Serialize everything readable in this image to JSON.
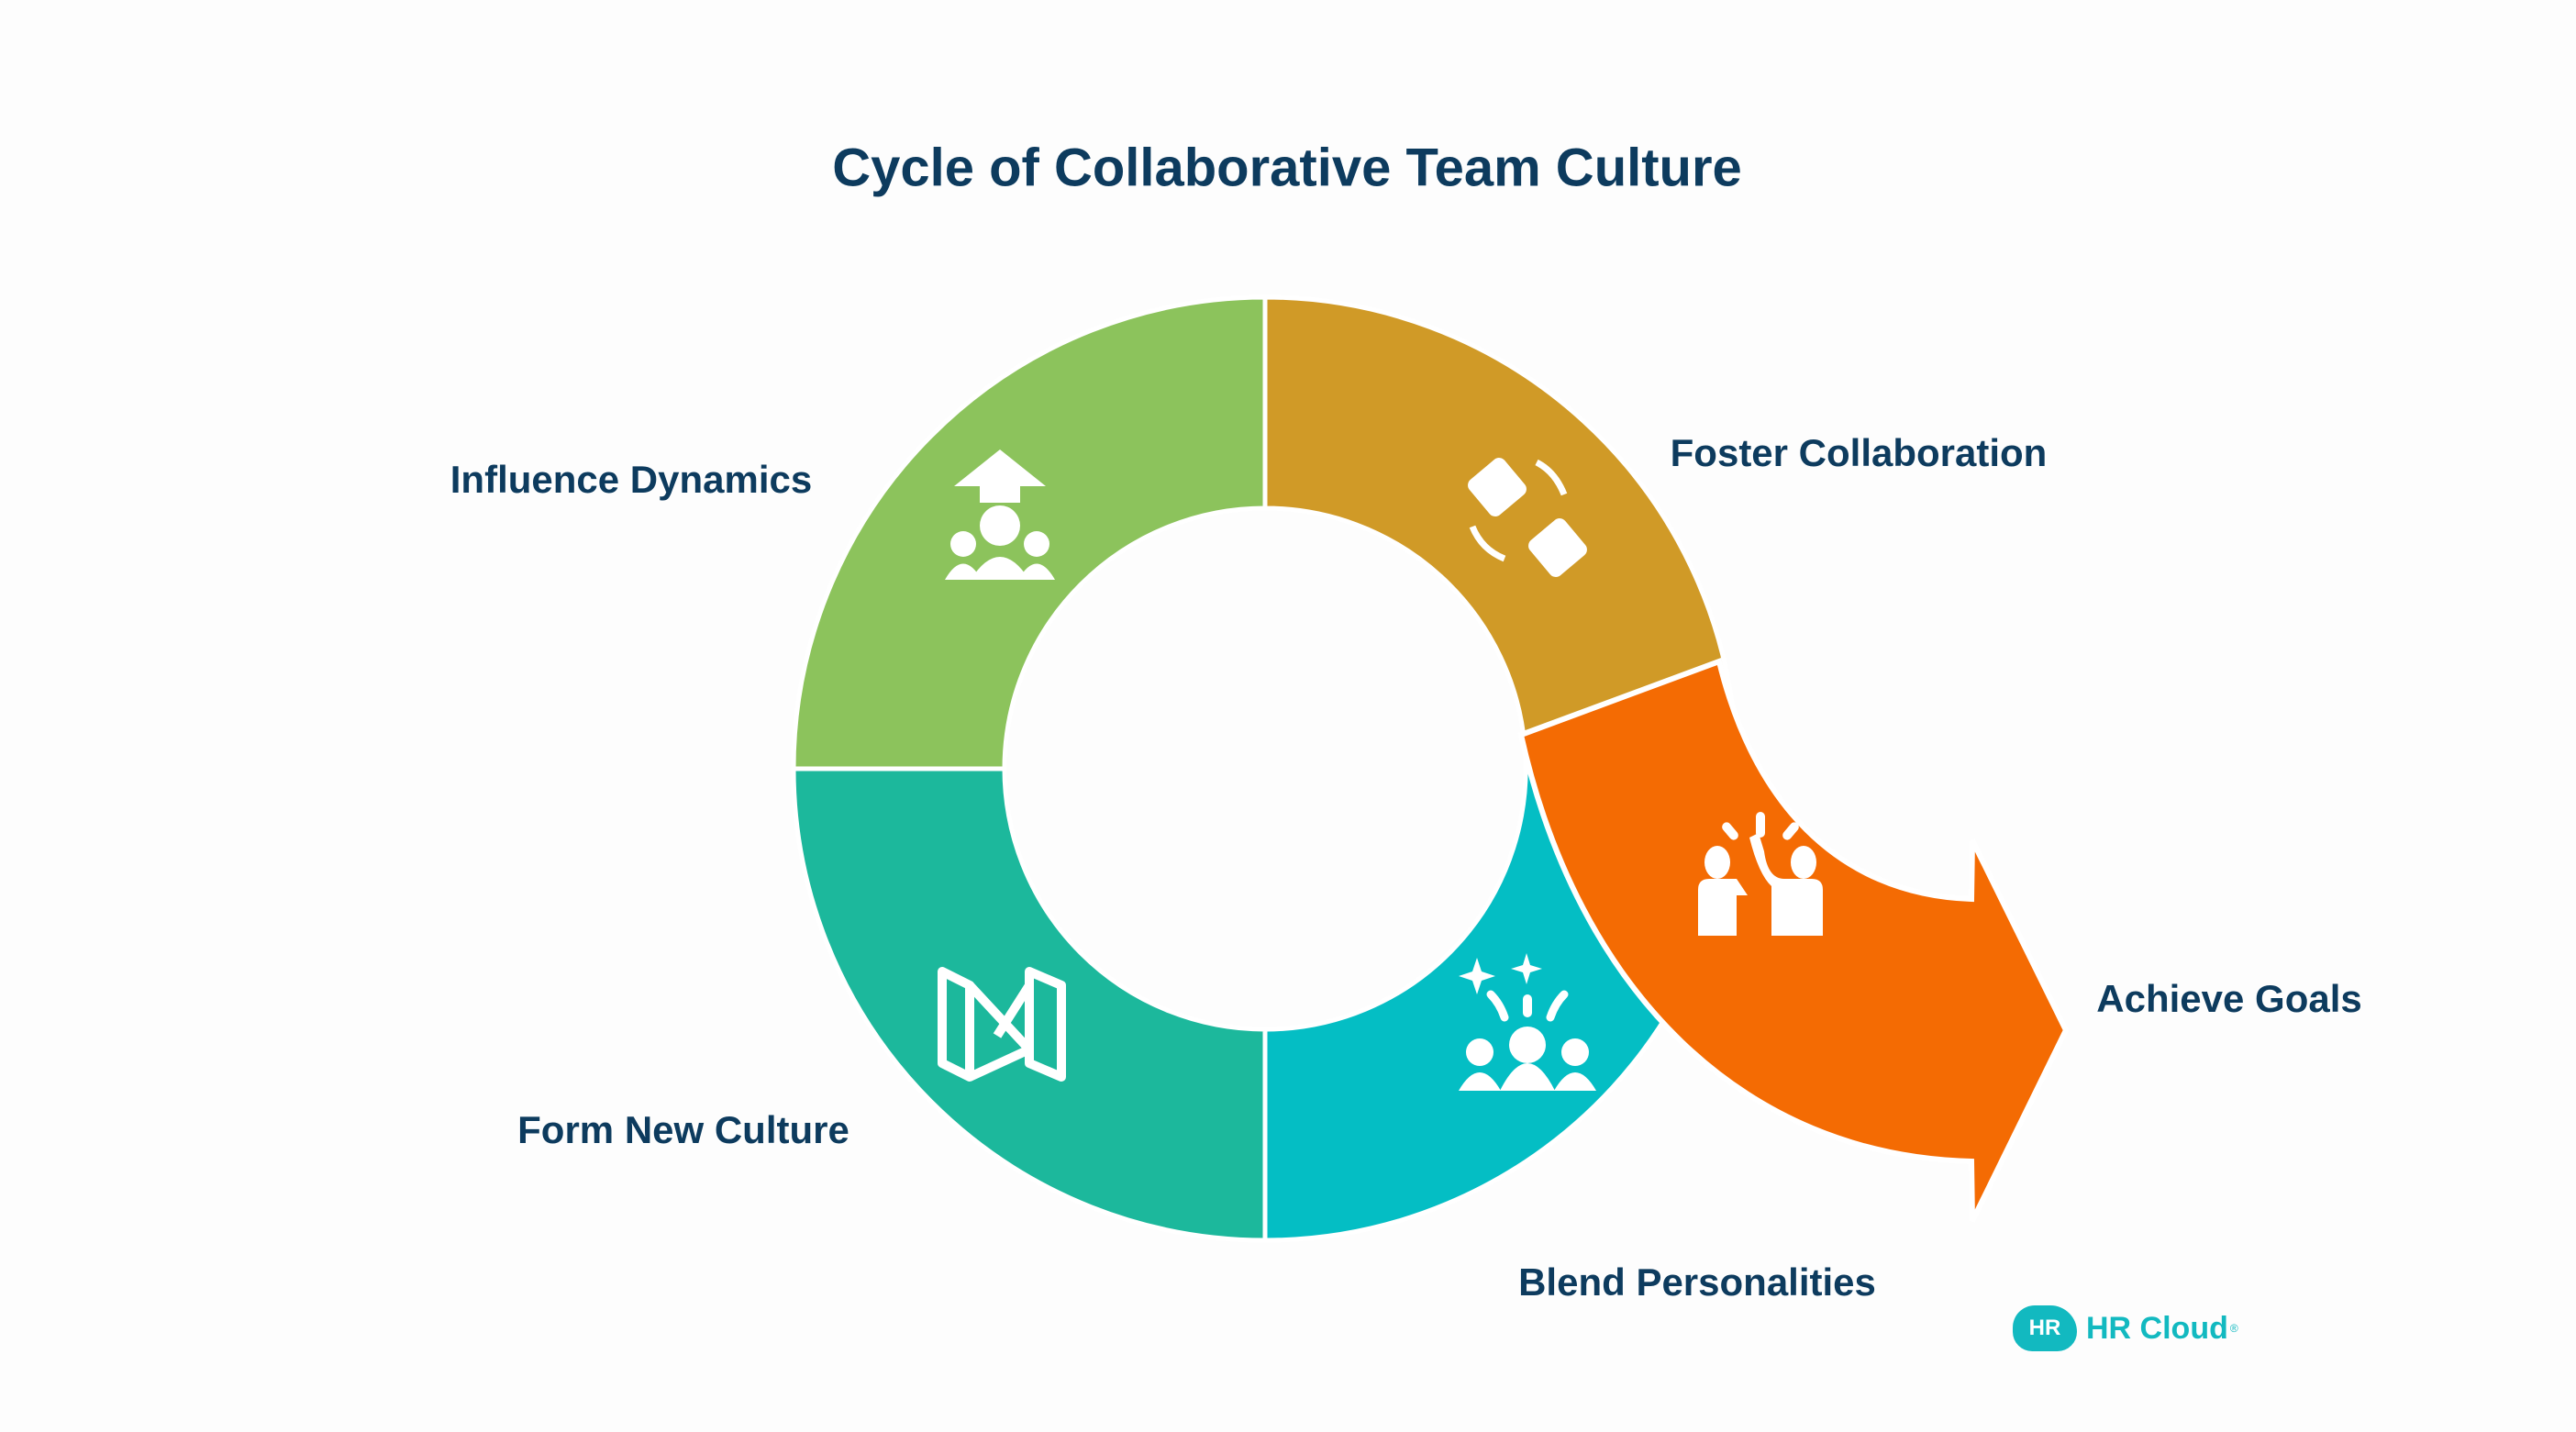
{
  "title": "Cycle of Collaborative Team Culture",
  "stages": [
    {
      "label": "Influence Dynamics",
      "color": "#8cc35c",
      "icon": "leader-group-icon"
    },
    {
      "label": "Foster Collaboration",
      "color": "#d09a27",
      "icon": "handshake-icon"
    },
    {
      "label": "Achieve Goals",
      "color": "#f46b03",
      "icon": "high-five-icon"
    },
    {
      "label": "Blend Personalities",
      "color": "#04bec4",
      "icon": "celebrating-group-icon"
    },
    {
      "label": "Form New Culture",
      "color": "#1cb89c",
      "icon": "flag-map-icon"
    }
  ],
  "logo": {
    "mark": "HR",
    "name": "HR Cloud",
    "registered": "®"
  },
  "colors": {
    "text": "#0d3b5e",
    "brand": "#12b9c0"
  }
}
